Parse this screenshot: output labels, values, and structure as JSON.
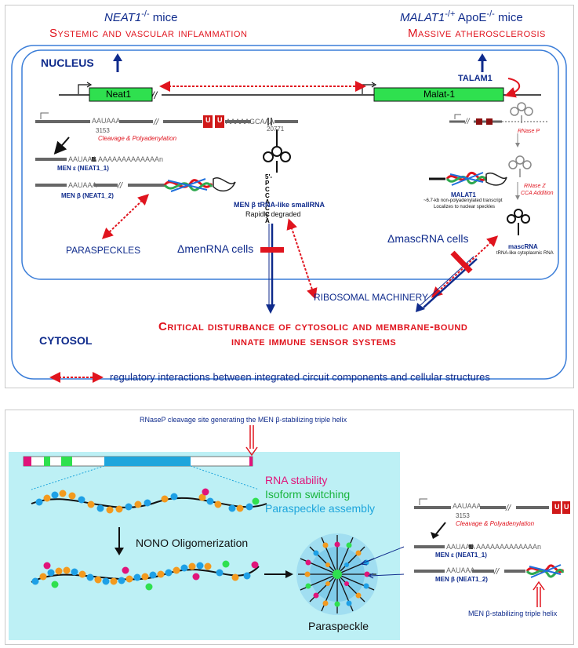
{
  "top": {
    "neat1_title": "NEAT1",
    "neat1_suffix": "-/- mice",
    "neat1_effect": "Systemic and vascular inflammation",
    "malat1_title": "MALAT1",
    "malat1_suffix": "-/+ ApoE-/- mice",
    "malat1_effect": "Massive atherosclerosis",
    "nucleus": "NUCLEUS",
    "cytosol": "CYTOSOL",
    "neat1_gene": "Neat1",
    "malat1_gene": "Malat-1",
    "talam1": "TALAM1",
    "aauaaa_1": "AAUAAA",
    "pos_3153": "3153",
    "cleavage": "Cleavage & Polyadenylation",
    "polya_tail": "AAAAAGCAAA",
    "pos_20771": "20771",
    "u_label": "U",
    "men_eps_seq": "AAUAAA AAAAAAAAAAAAAn",
    "men_eps_label": "MEN ε (NEAT1_1)",
    "men_beta_seq": "AAUAAA",
    "men_beta_label": "MEN β (NEAT1_2)",
    "trna_seq": "5'-P C C A C C A",
    "men_trna_label": "MEN β tRNA-like smallRNA",
    "rapidly_degraded": "Rapidly degraded",
    "paraspeckles": "PARASPECKLES",
    "delta_menrna": "ΔmenRNA cells",
    "delta_mascrna": "ΔmascRNA cells",
    "rnase_p": "RNase P",
    "rnase_z": "RNase Z",
    "cca_addition": "CCA Addition",
    "malat1_label": "MALAT1",
    "malat1_desc1": "~6.7-kb non-polyadenylated transcript",
    "malat1_desc2": "Localizes to nuclear speckles",
    "mascrna_label": "mascRNA",
    "mascrna_desc": "tRNA-like cytoplasmic RNA",
    "ribosomal": "RIBOSOMAL MACHINERY",
    "critical_1": "Critical disturbance of cytosolic and membrane-bound",
    "critical_2": "innate immune sensor systems",
    "legend": "regulatory interactions between integrated circuit components and cellular structures"
  },
  "bottom": {
    "rnasep_caption": "RNaseP cleavage site generating the MEN β-stabilizing triple helix",
    "rna_stability": "RNA stability",
    "isoform_switching": "Isoform switching",
    "paraspeckle_assembly": "Paraspeckle assembly",
    "nono": "NONO Oligomerization",
    "paraspeckle": "Paraspeckle",
    "aauaaa": "AAUAAA",
    "pos_3153": "3153",
    "cleavage": "Cleavage & Polyadenylation",
    "men_eps_seq": "AAUAAA AAAAAAAAAAAAAn",
    "men_eps_label": "MEN ε (NEAT1_1)",
    "men_beta_seq": "AAUAAA",
    "men_beta_label": "MEN β (NEAT1_2)",
    "triple_helix_caption": "MEN β-stabilizing triple helix",
    "u_label": "U"
  },
  "colors": {
    "navy": "#0f2b8c",
    "red": "#e0141e",
    "gene_green": "#2fe04f",
    "cyan_panel": "#bdf0f5",
    "magenta": "#e0147a",
    "green_text": "#19b43c",
    "cyan_text": "#1ea5dc",
    "bead_orange": "#f39a1e",
    "bead_blue": "#1ea0e6"
  }
}
